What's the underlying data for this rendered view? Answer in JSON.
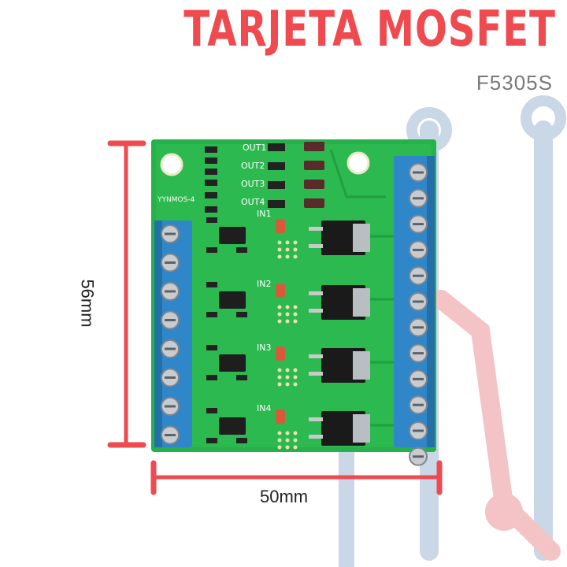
{
  "title": "TARJETA MOSFET",
  "subtitle": "F5305S",
  "dimensions": {
    "height_label": "56mm",
    "width_label": "50mm"
  },
  "board": {
    "model_text": "YYNMOS-4",
    "output_labels": [
      "OUT1",
      "OUT2",
      "OUT3",
      "OUT4"
    ],
    "input_labels": [
      "IN1",
      "IN2",
      "IN3",
      "IN4"
    ],
    "left_terminals": 8,
    "right_terminals": 12,
    "colors": {
      "pcb": "#26b14a",
      "terminal": "#2f86c8",
      "accent": "#ef4a4f",
      "bg_graphic_blue": "#c9d7e6",
      "bg_graphic_red": "#f3c3c6"
    }
  }
}
